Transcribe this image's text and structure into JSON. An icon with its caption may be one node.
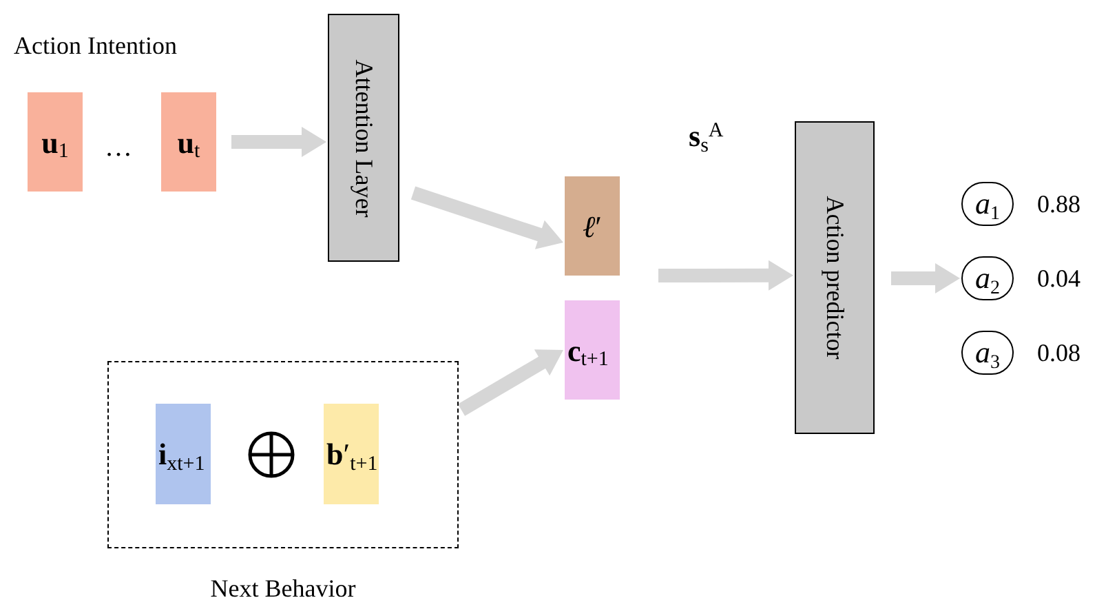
{
  "diagram": {
    "nodes": [
      {
        "text": [
          "**u**$_{1}$"
        ]
      },
      {
        "text": [
          "**u**$_{t}$"
        ]
      },
      {
        "text": [
          "Attention Layer"
        ]
      },
      {
        "text": [
          "*ℓ*′"
        ]
      },
      {
        "text": [
          "**c**$_{t+1}$"
        ]
      },
      {
        "text": [
          "Next Behavior"
        ]
      },
      {
        "text": [
          "**i**$_{x}$$_{t+1}$"
        ],
        "in": 5
      },
      {
        "text": [
          "**b**′$_{t+1}$"
        ],
        "in": 5
      },
      {
        "text": [
          "Action predictor"
        ]
      },
      {
        "text": [
          "*a*$_{1}$"
        ],
        "beside": [
          "0.88"
        ]
      },
      {
        "text": [
          "*a*$_{2}$"
        ],
        "beside": [
          "0.04"
        ]
      },
      {
        "text": [
          "*a*$_{3}$"
        ],
        "beside": [
          "0.08"
        ]
      }
    ],
    "edges": [
      {
        "from": 1,
        "to": 2,
        "arrow": "to"
      },
      {
        "from": 2,
        "to": 3,
        "arrow": "to"
      },
      {
        "from": 5,
        "to": 4,
        "arrow": "to"
      },
      {
        "from": null,
        "to": 8,
        "label": "**s**$_{s}$$^{A}$",
        "arrow": "to"
      },
      {
        "from": 8,
        "to": 10,
        "arrow": "to"
      }
    ],
    "labels": [
      "Action Intention",
      "…"
    ]
  }
}
